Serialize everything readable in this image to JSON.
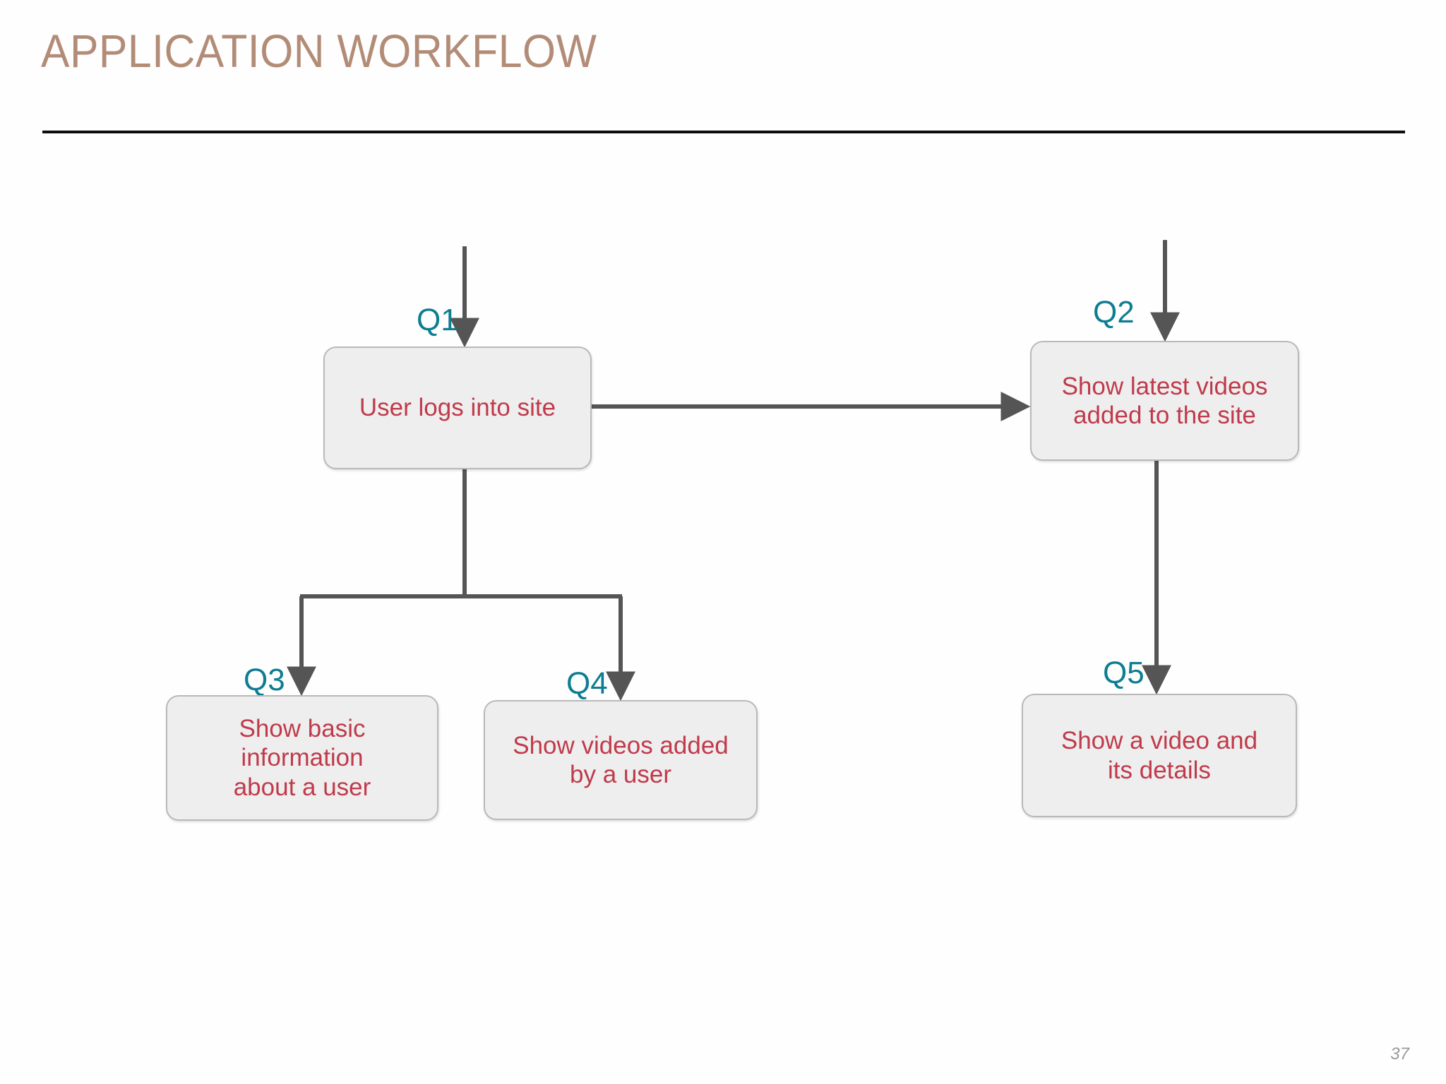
{
  "slide": {
    "title": "APPLICATION WORKFLOW",
    "page_number": "37"
  },
  "colors": {
    "title": "#b28c77",
    "rule": "#0d0d0d",
    "box_fill": "#eeeeee",
    "box_border": "#b9b9b9",
    "box_text": "#c03a4b",
    "label": "#0d7d91",
    "connector": "#555555",
    "page_number": "#9a9a9a",
    "background": "#ffffff"
  },
  "diagram": {
    "type": "flowchart",
    "nodes": [
      {
        "id": "Q1",
        "label": "Q1",
        "text": "User logs into site"
      },
      {
        "id": "Q2",
        "label": "Q2",
        "text": "Show latest videos\nadded to the site"
      },
      {
        "id": "Q3",
        "label": "Q3",
        "text": "Show basic information\nabout a user"
      },
      {
        "id": "Q4",
        "label": "Q4",
        "text": "Show videos added\nby a user"
      },
      {
        "id": "Q5",
        "label": "Q5",
        "text": "Show a video and\nits details"
      }
    ],
    "edges": [
      {
        "from": "start",
        "to": "Q1",
        "direction": "down"
      },
      {
        "from": "Q1",
        "to": "Q2",
        "direction": "right"
      },
      {
        "from": "start2",
        "to": "Q2",
        "direction": "down"
      },
      {
        "from": "Q1",
        "to": "Q3",
        "direction": "down-split-left"
      },
      {
        "from": "Q1",
        "to": "Q4",
        "direction": "down-split-right"
      },
      {
        "from": "Q2",
        "to": "Q5",
        "direction": "down"
      }
    ]
  }
}
